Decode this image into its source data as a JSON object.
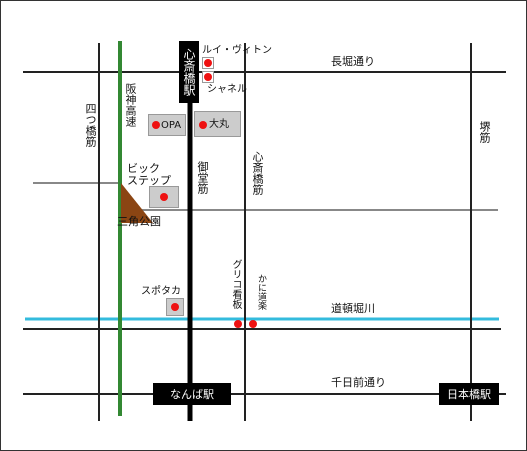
{
  "colors": {
    "road": "#222222",
    "subway": "#000000",
    "railway": "#338833",
    "river": "#33bbdd",
    "minor_road": "#888888",
    "park": "#8b4513",
    "marker": "#ee1111",
    "building": "#cccccc"
  },
  "roads": {
    "nagahori": "長堀通り",
    "yotsuhashi": "四つ橋筋",
    "sakai": "堺筋",
    "midosuji": "御堂筋",
    "shinsaibashi_suji": "心斎橋筋",
    "sennichimae": "千日前通り"
  },
  "railway": {
    "hanshin_expressway": "阪神高速"
  },
  "river": {
    "dotonbori": "道頓堀川"
  },
  "stations": {
    "shinsaibashi": "心斎橋駅",
    "namba": "なんば駅",
    "nipponbashi": "日本橋駅"
  },
  "places": {
    "louis_vuitton": "ルイ・ヴィトン",
    "chanel": "シャネル",
    "opa": "OPA",
    "daimaru": "大丸",
    "big_step": "ビック\nステップ",
    "sankaku_koen": "三角公園",
    "spotaka": "スポタカ",
    "glico": "グリコ看板",
    "kani_doraku": "かに道楽"
  }
}
